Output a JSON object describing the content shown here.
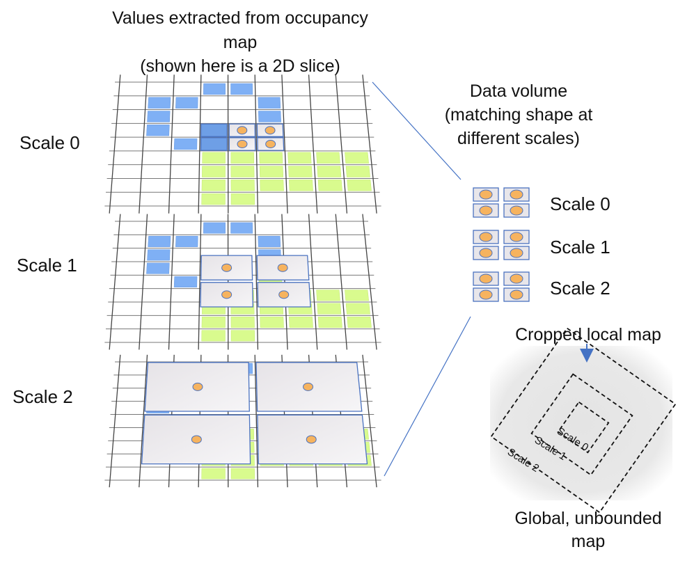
{
  "header": {
    "line1": "Values extracted from occupancy",
    "line2": "map",
    "line3": "(shown here is a 2D slice)"
  },
  "layers": [
    {
      "label": "Scale 0"
    },
    {
      "label": "Scale 1"
    },
    {
      "label": "Scale 2"
    }
  ],
  "data_volume": {
    "title_line1": "Data volume",
    "title_line2": "(matching shape at",
    "title_line3": "different scales)",
    "rows": [
      {
        "label": "Scale 0"
      },
      {
        "label": "Scale 1"
      },
      {
        "label": "Scale 2"
      }
    ]
  },
  "map_inset": {
    "top_label": "Cropped local map",
    "bottom_line1": "Global, unbounded",
    "bottom_line2": "map",
    "box_labels": [
      "Scale 0",
      "Scale 1",
      "Scale 2"
    ]
  },
  "colors": {
    "occupied_blue": "#7fb0f5",
    "free_green": "#d9fb8e",
    "highlight_cell": "#ebe9ec",
    "dot_orange": "#f6b35f",
    "inset_gray": "#e7e7e7"
  }
}
